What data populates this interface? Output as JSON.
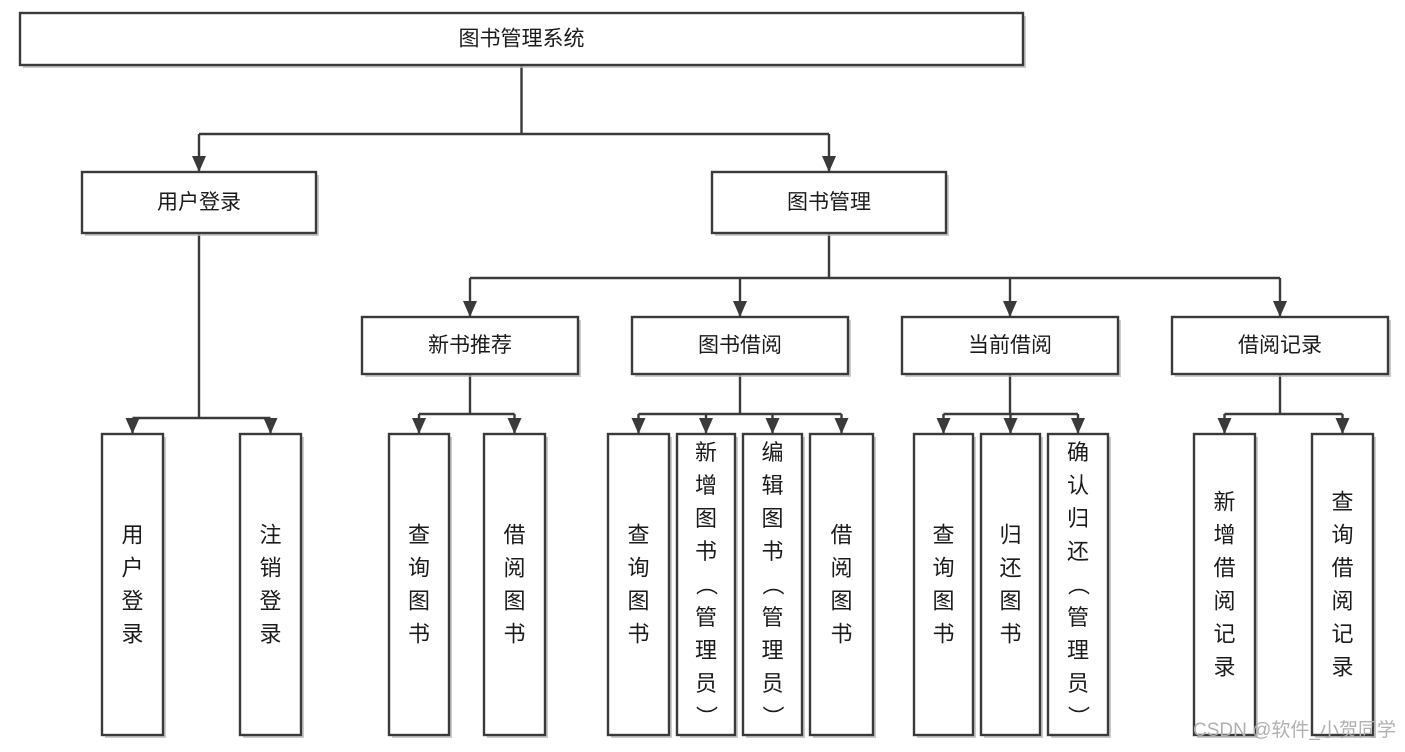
{
  "diagram": {
    "title": "图书管理系统",
    "type": "tree-hierarchy-functional-decomposition",
    "orientation": "top-down",
    "root": {
      "id": "root",
      "label": "图书管理系统",
      "orientation": "horizontal"
    },
    "level2": [
      {
        "id": "user-login",
        "label": "用户登录",
        "orientation": "horizontal"
      },
      {
        "id": "book-management",
        "label": "图书管理",
        "orientation": "horizontal"
      }
    ],
    "level3": [
      {
        "id": "new-book-recommend",
        "label": "新书推荐",
        "orientation": "horizontal",
        "parent": "book-management"
      },
      {
        "id": "book-borrow",
        "label": "图书借阅",
        "orientation": "horizontal",
        "parent": "book-management"
      },
      {
        "id": "current-borrow",
        "label": "当前借阅",
        "orientation": "horizontal",
        "parent": "book-management"
      },
      {
        "id": "borrow-record",
        "label": "借阅记录",
        "orientation": "horizontal",
        "parent": "book-management"
      }
    ],
    "leaves": [
      {
        "id": "leaf-user-login",
        "label": "用户登录",
        "orientation": "vertical",
        "parent": "user-login"
      },
      {
        "id": "leaf-logout",
        "label": "注销登录",
        "orientation": "vertical",
        "parent": "user-login"
      },
      {
        "id": "leaf-query-book-1",
        "label": "查询图书",
        "orientation": "vertical",
        "parent": "new-book-recommend"
      },
      {
        "id": "leaf-borrow-book-1",
        "label": "借阅图书",
        "orientation": "vertical",
        "parent": "new-book-recommend"
      },
      {
        "id": "leaf-query-book-2",
        "label": "查询图书",
        "orientation": "vertical",
        "parent": "book-borrow"
      },
      {
        "id": "leaf-add-book",
        "label": "新增图书（管理员）",
        "orientation": "vertical",
        "parent": "book-borrow"
      },
      {
        "id": "leaf-edit-book",
        "label": "编辑图书（管理员）",
        "orientation": "vertical",
        "parent": "book-borrow"
      },
      {
        "id": "leaf-borrow-book-2",
        "label": "借阅图书",
        "orientation": "vertical",
        "parent": "book-borrow"
      },
      {
        "id": "leaf-query-book-3",
        "label": "查询图书",
        "orientation": "vertical",
        "parent": "current-borrow"
      },
      {
        "id": "leaf-return-book",
        "label": "归还图书",
        "orientation": "vertical",
        "parent": "current-borrow"
      },
      {
        "id": "leaf-confirm-return",
        "label": "确认归还（管理员）",
        "orientation": "vertical",
        "parent": "current-borrow"
      },
      {
        "id": "leaf-add-record",
        "label": "新增借阅记录",
        "orientation": "vertical",
        "parent": "borrow-record"
      },
      {
        "id": "leaf-query-record",
        "label": "查询借阅记录",
        "orientation": "vertical",
        "parent": "borrow-record"
      }
    ],
    "colors": {
      "box_stroke": "#3a3a3a",
      "box_fill": "#ffffff",
      "connector": "#3a3a3a",
      "text": "#1b1b1b",
      "background": "#ffffff",
      "watermark": "#b0b0b0"
    }
  },
  "watermark": {
    "text": "CSDN @软件_小贺同学"
  }
}
